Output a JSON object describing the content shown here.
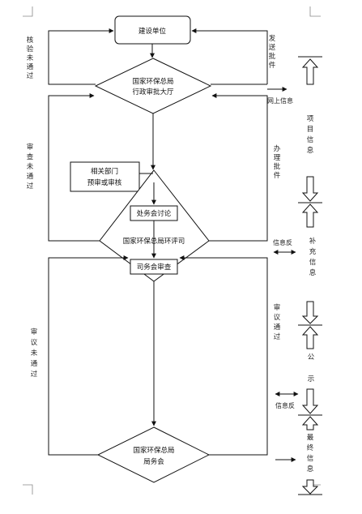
{
  "nodes": {
    "construction_unit": "建设单位",
    "admin_hall_line1": "国家环保总局",
    "admin_hall_line2": "行政审批大厅",
    "related_dept_line1": "相关部门",
    "related_dept_line2": "预审或审核",
    "division_discussion": "处务会讨论",
    "eia_dept": "国家环保总局环评司",
    "bureau_meeting_review": "司务会审查",
    "bureau_meeting_line1": "国家环保总局",
    "bureau_meeting_line2": "局务会"
  },
  "edge_labels": {
    "check_failed": "核验未通过",
    "send_approval": "发送批件",
    "online_info": "网上信息",
    "review_failed": "审查未通过",
    "handle_approval": "办理批件",
    "info_feedback_1": "信息反",
    "deliberation_failed": "审议未通过",
    "deliberation_passed": "审议通过",
    "info_feedback_2": "信息反"
  },
  "side_labels": {
    "project_info": "项目信息",
    "supplement_info": "补充信息",
    "publicity": "公示",
    "final_info": "最终信息"
  }
}
